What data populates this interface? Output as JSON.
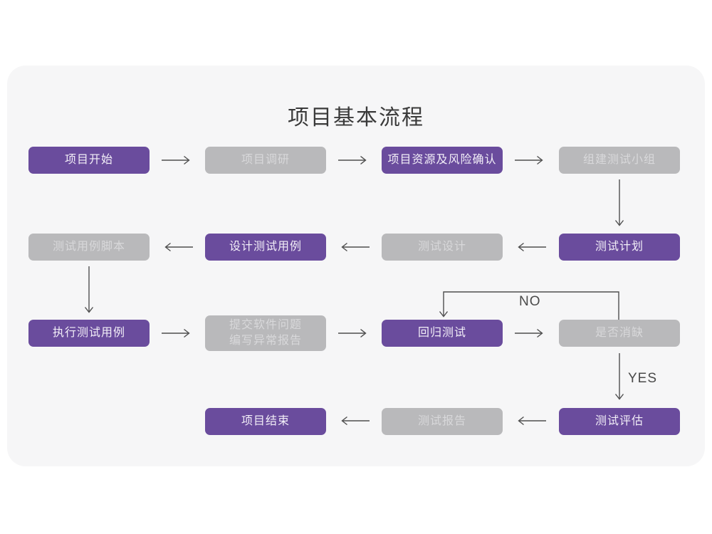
{
  "title": "项目基本流程",
  "labels": {
    "no": "NO",
    "yes": "YES"
  },
  "colors": {
    "card_background": "#f6f6f7",
    "primary_node": "#6a4c9d",
    "secondary_node": "#b9b9bb",
    "primary_text": "#f3eff8",
    "secondary_text": "#d8d8da",
    "arrow": "#4f4f4f",
    "title_text": "#3a3a3a"
  },
  "nodes": [
    {
      "label": "项目开始",
      "type": "primary"
    },
    {
      "label": "项目调研",
      "type": "secondary"
    },
    {
      "label": "项目资源及风险确认",
      "type": "primary"
    },
    {
      "label": "组建测试小组",
      "type": "secondary"
    },
    {
      "label": "测试计划",
      "type": "primary"
    },
    {
      "label": "测试设计",
      "type": "secondary"
    },
    {
      "label": "设计测试用例",
      "type": "primary"
    },
    {
      "label": "测试用例脚本",
      "type": "secondary"
    },
    {
      "label": "执行测试用例",
      "type": "primary"
    },
    {
      "label_line1": "提交软件问题",
      "label_line2": "编写异常报告",
      "type": "secondary"
    },
    {
      "label": "回归测试",
      "type": "primary"
    },
    {
      "label": "是否消缺",
      "type": "secondary"
    },
    {
      "label": "测试评估",
      "type": "primary"
    },
    {
      "label": "测试报告",
      "type": "secondary"
    },
    {
      "label": "项目结束",
      "type": "primary"
    }
  ],
  "edges": [
    {
      "from": "项目开始",
      "to": "项目调研"
    },
    {
      "from": "项目调研",
      "to": "项目资源及风险确认"
    },
    {
      "from": "项目资源及风险确认",
      "to": "组建测试小组"
    },
    {
      "from": "组建测试小组",
      "to": "测试计划"
    },
    {
      "from": "测试计划",
      "to": "测试设计"
    },
    {
      "from": "测试设计",
      "to": "设计测试用例"
    },
    {
      "from": "设计测试用例",
      "to": "测试用例脚本"
    },
    {
      "from": "测试用例脚本",
      "to": "执行测试用例"
    },
    {
      "from": "执行测试用例",
      "to": "提交软件问题 编写异常报告"
    },
    {
      "from": "提交软件问题 编写异常报告",
      "to": "回归测试"
    },
    {
      "from": "回归测试",
      "to": "是否消缺"
    },
    {
      "from": "是否消缺",
      "to": "回归测试",
      "label": "NO"
    },
    {
      "from": "是否消缺",
      "to": "测试评估",
      "label": "YES"
    },
    {
      "from": "测试评估",
      "to": "测试报告"
    },
    {
      "from": "测试报告",
      "to": "项目结束"
    }
  ]
}
